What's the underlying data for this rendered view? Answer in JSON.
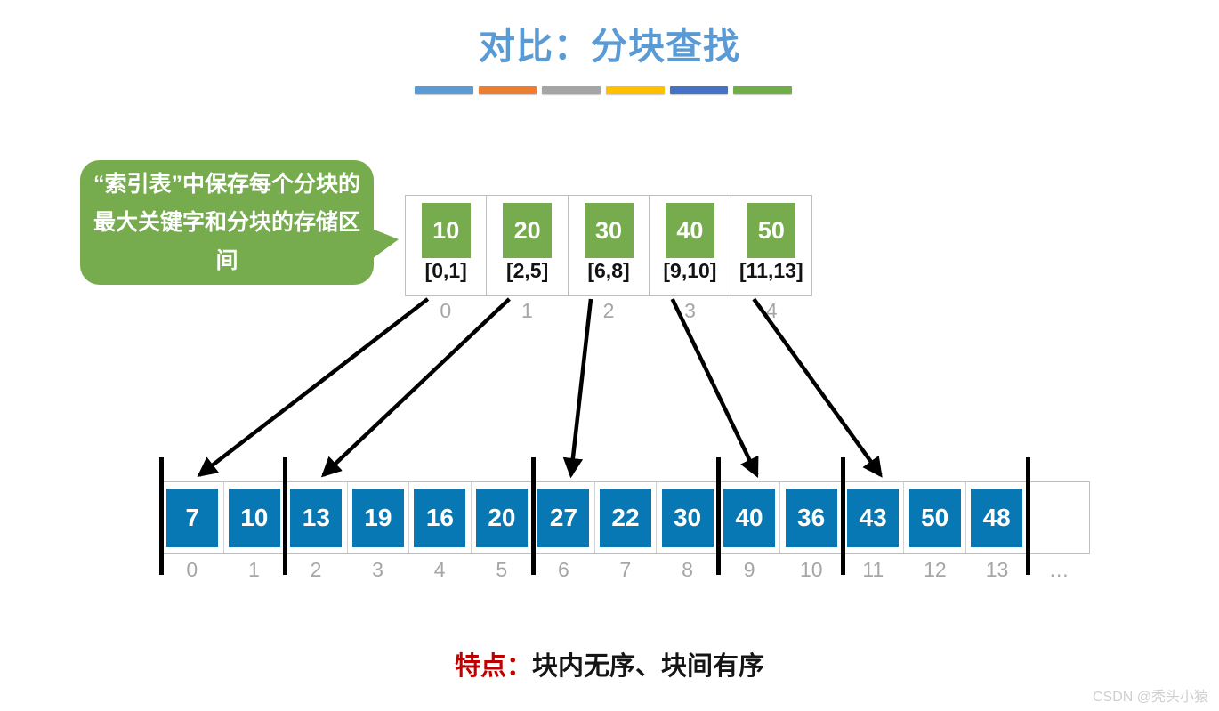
{
  "title": "对比：分块查找",
  "title_rule_colors": [
    "#5b9bd5",
    "#ed7d31",
    "#a5a5a5",
    "#ffc000",
    "#4472c4",
    "#70ad47"
  ],
  "callout": {
    "text": "“索引表”中保存每个分块的最大关键字和分块的存储区间",
    "color": "#76ab4e"
  },
  "index_table": {
    "cells": [
      {
        "key": "10",
        "range": "[0,1]",
        "index": "0"
      },
      {
        "key": "20",
        "range": "[2,5]",
        "index": "1"
      },
      {
        "key": "30",
        "range": "[6,8]",
        "index": "2"
      },
      {
        "key": "40",
        "range": "[9,10]",
        "index": "3"
      },
      {
        "key": "50",
        "range": "[11,13]",
        "index": "4"
      }
    ],
    "key_color": "#76ab4e"
  },
  "data_array": {
    "cells": [
      {
        "value": "7",
        "index": "0"
      },
      {
        "value": "10",
        "index": "1"
      },
      {
        "value": "13",
        "index": "2"
      },
      {
        "value": "19",
        "index": "3"
      },
      {
        "value": "16",
        "index": "4"
      },
      {
        "value": "20",
        "index": "5"
      },
      {
        "value": "27",
        "index": "6"
      },
      {
        "value": "22",
        "index": "7"
      },
      {
        "value": "30",
        "index": "8"
      },
      {
        "value": "40",
        "index": "9"
      },
      {
        "value": "36",
        "index": "10"
      },
      {
        "value": "43",
        "index": "11"
      },
      {
        "value": "50",
        "index": "12"
      },
      {
        "value": "48",
        "index": "13"
      },
      {
        "value": "",
        "index": "…"
      }
    ],
    "value_color": "#0878b4",
    "block_boundaries": [
      0,
      2,
      6,
      9,
      11,
      14
    ]
  },
  "arrows": [
    {
      "from_index_cell": 0,
      "to_data_index": 0
    },
    {
      "from_index_cell": 1,
      "to_data_index": 2
    },
    {
      "from_index_cell": 2,
      "to_data_index": 6
    },
    {
      "from_index_cell": 3,
      "to_data_index": 9
    },
    {
      "from_index_cell": 4,
      "to_data_index": 11
    }
  ],
  "footer": {
    "label": "特点：",
    "body": "块内无序、块间有序",
    "label_color": "#c00000"
  },
  "watermark": "CSDN @秃头小猿"
}
